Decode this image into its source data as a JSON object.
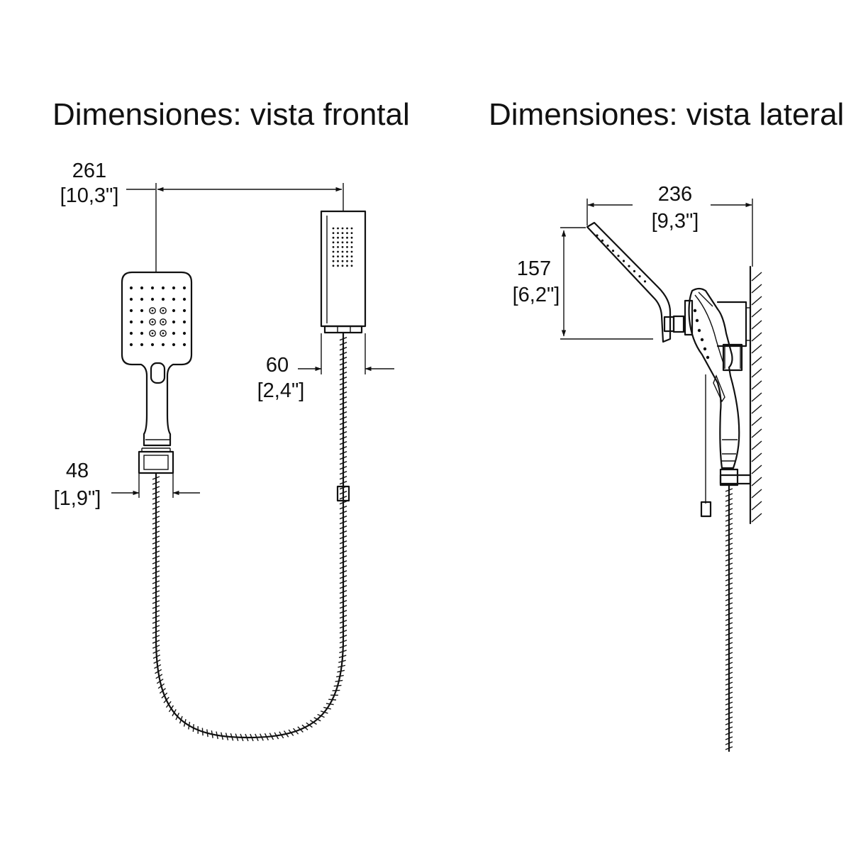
{
  "front_view": {
    "title": "Dimensiones: vista frontal",
    "dim_width": {
      "mm": "261",
      "inch": "[10,3\"]"
    },
    "dim_holder": {
      "mm": "60",
      "inch": "[2,4\"]"
    },
    "dim_handle": {
      "mm": "48",
      "inch": "[1,9\"]"
    }
  },
  "side_view": {
    "title": "Dimensiones: vista lateral",
    "dim_depth": {
      "mm": "236",
      "inch": "[9,3\"]"
    },
    "dim_height": {
      "mm": "157",
      "inch": "[6,2\"]"
    }
  }
}
